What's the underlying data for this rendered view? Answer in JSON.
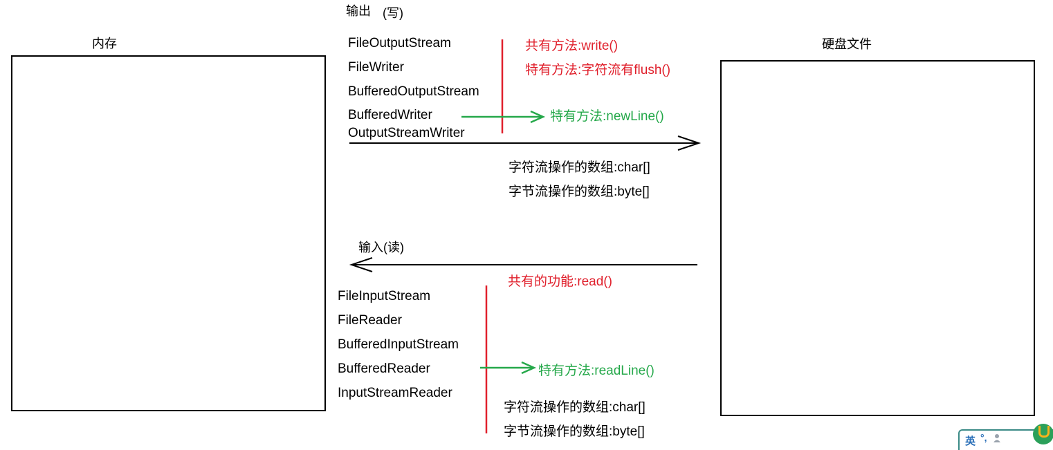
{
  "memory": {
    "label": "内存"
  },
  "disk": {
    "label": "硬盘文件"
  },
  "output": {
    "title": "输出",
    "title_paren": "(写)",
    "classes": [
      "FileOutputStream",
      "FileWriter",
      "BufferedOutputStream",
      "BufferedWriter",
      "OutputStreamWriter"
    ],
    "common_method": "共有方法:write()",
    "special_method": "特有方法:字符流有flush()",
    "buffered_special": "特有方法:newLine()",
    "char_note": "字符流操作的数组:char[]",
    "byte_note": "字节流操作的数组:byte[]"
  },
  "input": {
    "title": "输入(读)",
    "classes": [
      "FileInputStream",
      "FileReader",
      "BufferedInputStream",
      "BufferedReader",
      "InputStreamReader"
    ],
    "common_method": "共有的功能:read()",
    "buffered_special": "特有方法:readLine()",
    "char_note": "字符流操作的数组:char[]",
    "byte_note": "字节流操作的数组:byte[]"
  },
  "ime": {
    "lang": "英",
    "punct": "°,"
  },
  "colors": {
    "red": "#e0202c",
    "green": "#25a84a",
    "ime_border": "#3a8a86"
  }
}
